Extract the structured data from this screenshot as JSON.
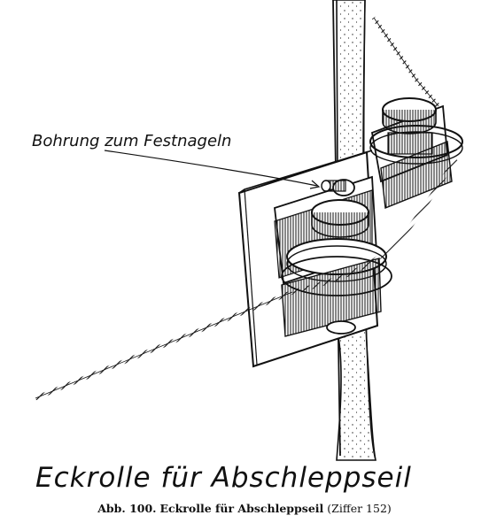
{
  "annotation": {
    "label": "Bohrung zum Festnageln"
  },
  "title": "Eckrolle für Abschleppseil",
  "caption": {
    "figure_number": "Abb. 100.",
    "figure_title": "Eckrolle für Abschleppseil",
    "reference": "(Ziffer 152)"
  },
  "colors": {
    "ink": "#111111",
    "paper": "#ffffff"
  }
}
